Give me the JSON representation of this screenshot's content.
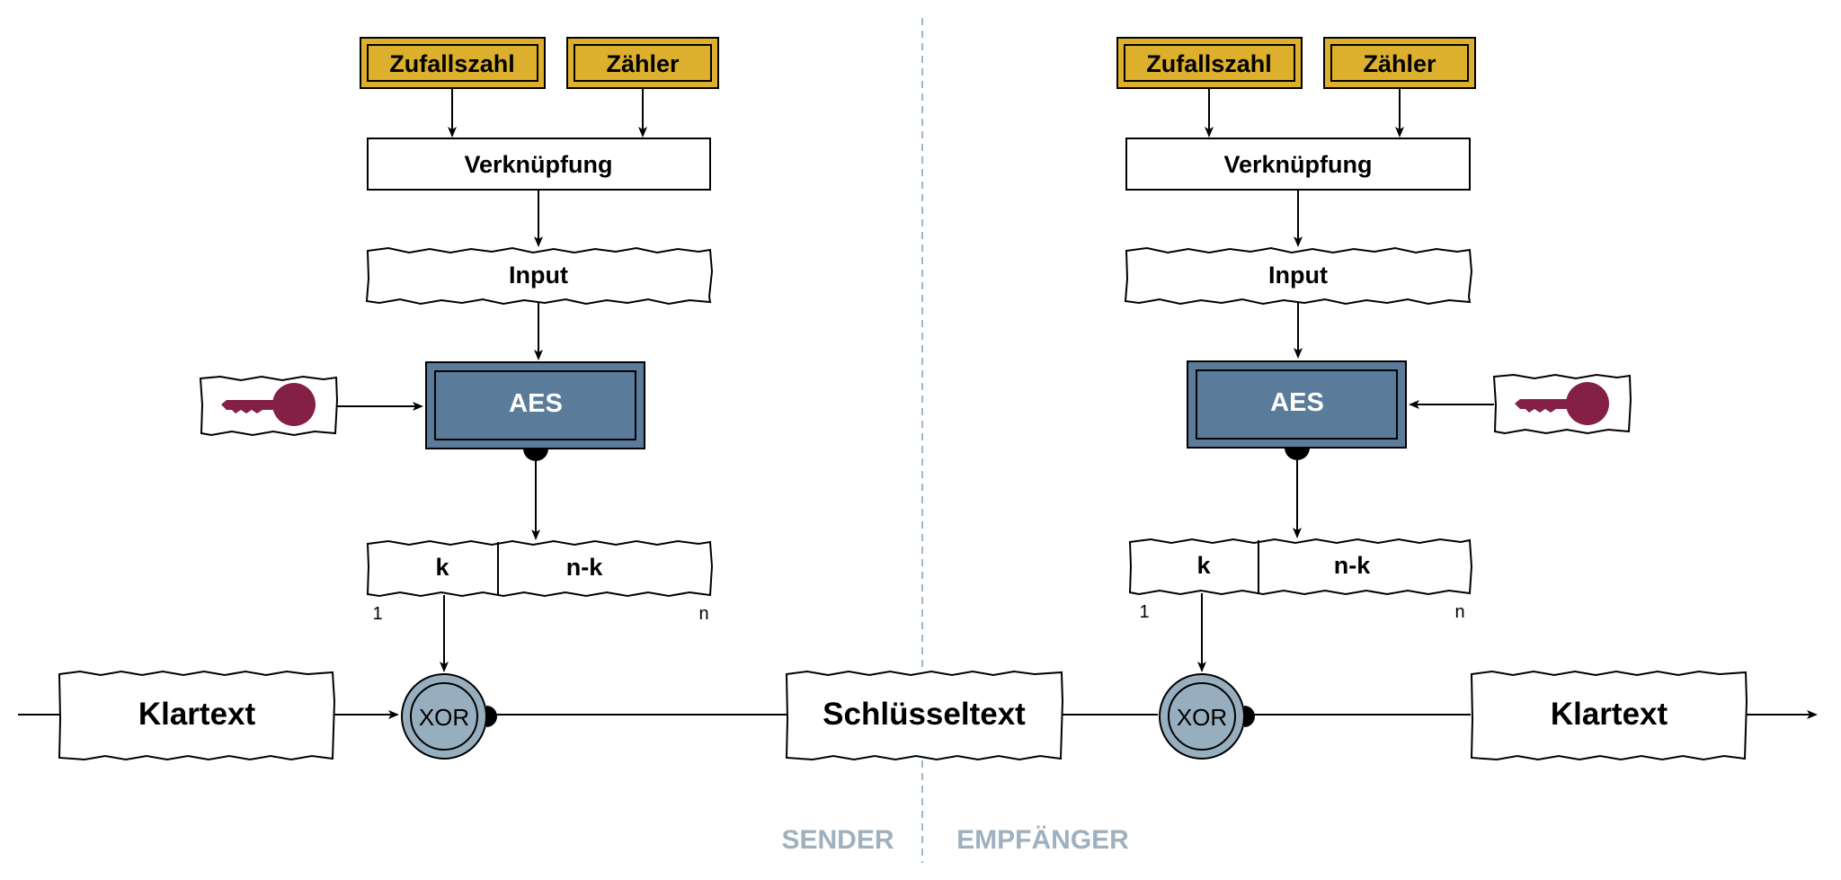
{
  "colors": {
    "gold": "#dcb02c",
    "aes_blue": "#5a7b99",
    "xor_blue": "#97aebf",
    "key_red": "#842045",
    "divider": "#9bb7d0",
    "zone_label": "#9fb0bf"
  },
  "sender": {
    "random_label": "Zufallszahl",
    "counter_label": "Zähler",
    "combine_label": "Verknüpfung",
    "input_label": "Input",
    "aes_label": "AES",
    "key_icon": "key-icon",
    "k_label": "k",
    "nk_label": "n-k",
    "index_first": "1",
    "index_last": "n",
    "xor_label": "XOR",
    "plaintext_label": "Klartext"
  },
  "ciphertext_label": "Schlüsseltext",
  "receiver": {
    "random_label": "Zufallszahl",
    "counter_label": "Zähler",
    "combine_label": "Verknüpfung",
    "input_label": "Input",
    "aes_label": "AES",
    "key_icon": "key-icon",
    "k_label": "k",
    "nk_label": "n-k",
    "index_first": "1",
    "index_last": "n",
    "xor_label": "XOR",
    "plaintext_label": "Klartext"
  },
  "zones": {
    "sender_label": "SENDER",
    "receiver_label": "EMPFÄNGER"
  }
}
